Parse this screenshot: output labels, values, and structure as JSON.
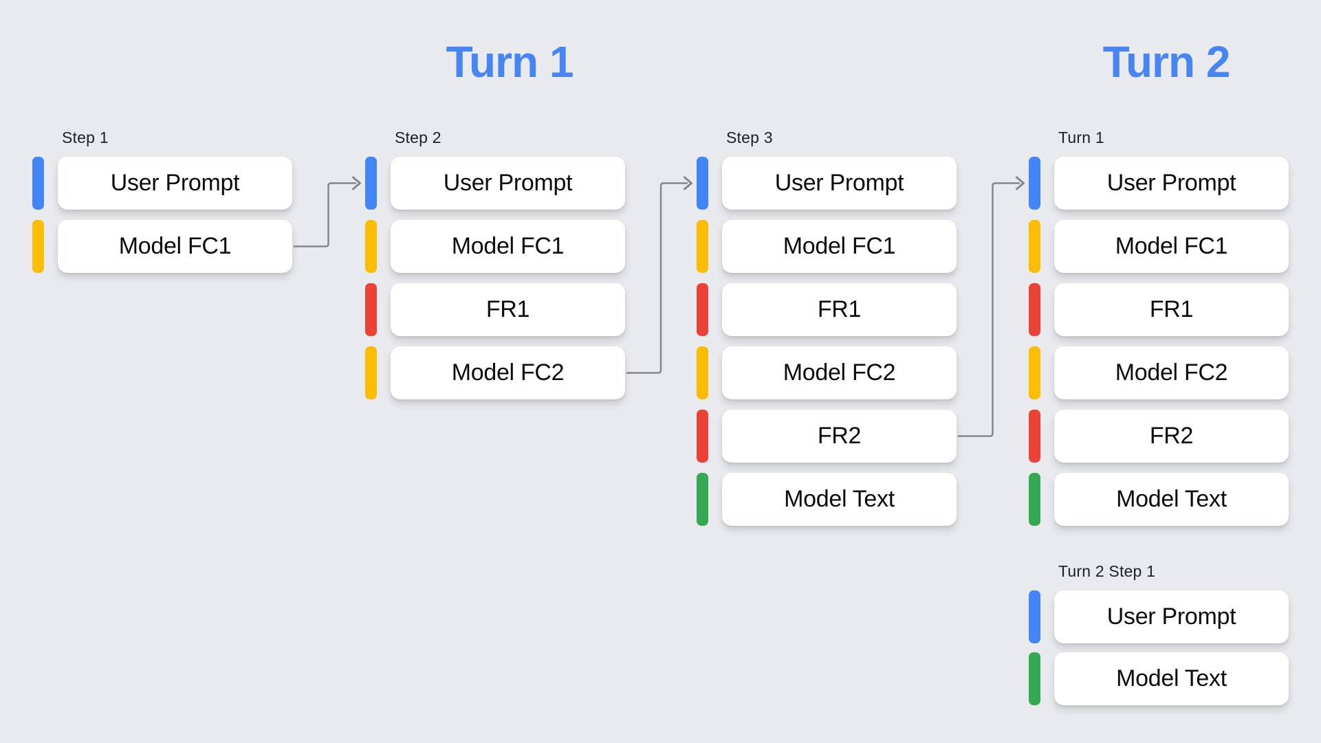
{
  "palette": {
    "bg": "#E8EAED",
    "box": "#FFFFFF",
    "text": "#0B0C0E",
    "label": "#202124",
    "heading": "#4685F2",
    "arrow": "#83878C",
    "blue": "#4285F4",
    "yellow": "#FBBC04",
    "red": "#EA4335",
    "green": "#34A853"
  },
  "headings": {
    "turn1": "Turn 1",
    "turn2": "Turn 2"
  },
  "columns": [
    {
      "id": "step-1",
      "label": "Step 1",
      "rows": [
        {
          "text": "User Prompt",
          "color": "blue"
        },
        {
          "text": "Model FC1",
          "color": "yellow"
        }
      ]
    },
    {
      "id": "step-2",
      "label": "Step 2",
      "rows": [
        {
          "text": "User Prompt",
          "color": "blue"
        },
        {
          "text": "Model FC1",
          "color": "yellow"
        },
        {
          "text": "FR1",
          "color": "red"
        },
        {
          "text": "Model FC2",
          "color": "yellow"
        }
      ]
    },
    {
      "id": "step-3",
      "label": "Step 3",
      "rows": [
        {
          "text": "User Prompt",
          "color": "blue"
        },
        {
          "text": "Model FC1",
          "color": "yellow"
        },
        {
          "text": "FR1",
          "color": "red"
        },
        {
          "text": "Model FC2",
          "color": "yellow"
        },
        {
          "text": "FR2",
          "color": "red"
        },
        {
          "text": "Model Text",
          "color": "green"
        }
      ]
    },
    {
      "id": "turn-1",
      "label": "Turn 1",
      "rows": [
        {
          "text": "User Prompt",
          "color": "blue"
        },
        {
          "text": "Model FC1",
          "color": "yellow"
        },
        {
          "text": "FR1",
          "color": "red"
        },
        {
          "text": "Model FC2",
          "color": "yellow"
        },
        {
          "text": "FR2",
          "color": "red"
        },
        {
          "text": "Model Text",
          "color": "green"
        }
      ]
    },
    {
      "id": "turn-2-step-1",
      "label": "Turn 2 Step 1",
      "rows": [
        {
          "text": "User Prompt",
          "color": "blue"
        },
        {
          "text": "Model Text",
          "color": "green"
        }
      ]
    }
  ],
  "arrows": [
    {
      "from": "Step 1 / Model FC1",
      "to": "Step 2 / User Prompt"
    },
    {
      "from": "Step 2 / Model FC2",
      "to": "Step 3 / User Prompt"
    },
    {
      "from": "Step 3 / FR2",
      "to": "Turn 1 / User Prompt"
    }
  ]
}
